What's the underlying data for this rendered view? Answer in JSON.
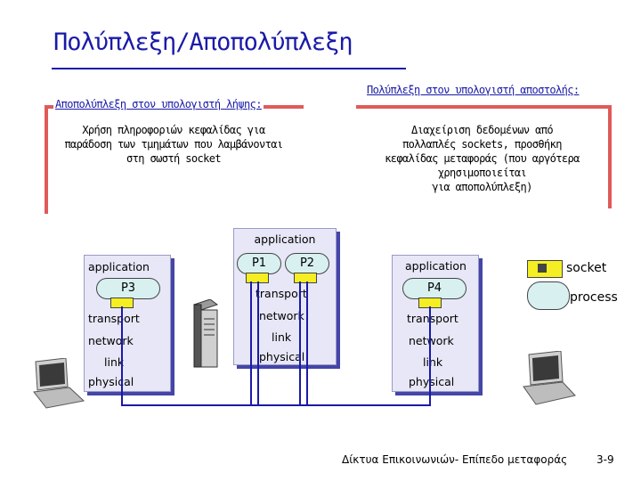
{
  "title": "Πολύπλεξη/Αποπολύπλεξη",
  "demux": {
    "label": "Αποπολύπλεξη στον υπολογιστή λήψης:",
    "text": [
      "Χρήση πληροφοριών κεφαλίδας για",
      "παράδοση των τμημάτων που λαμβάνονται",
      "στη σωστή socket"
    ]
  },
  "mux": {
    "label": "Πολύπλεξη στον υπολογιστή αποστολής:",
    "text": [
      "Διαχείριση δεδομένων από",
      "πολλαπλές sockets, προσθήκη",
      "κεφαλίδας μεταφοράς (που αργότερα",
      "χρησιμοποιείται",
      "για αποπολύπλεξη)"
    ]
  },
  "hosts": {
    "left": {
      "application": "application",
      "process": "P3",
      "transport": "transport",
      "network": "network",
      "link": "link",
      "physical": "physical"
    },
    "center": {
      "application": "application",
      "process1": "P1",
      "process2": "P2",
      "transport": "transport",
      "network": "network",
      "link": "link",
      "physical": "physical"
    },
    "right": {
      "application": "application",
      "process": "P4",
      "transport": "transport",
      "network": "network",
      "link": "link",
      "physical": "physical"
    }
  },
  "legend": {
    "socket": "socket",
    "process": "process"
  },
  "footer": {
    "text": "Δίκτυα Επικοινωνιών- Επίπεδο μεταφοράς",
    "page": "3-9"
  }
}
